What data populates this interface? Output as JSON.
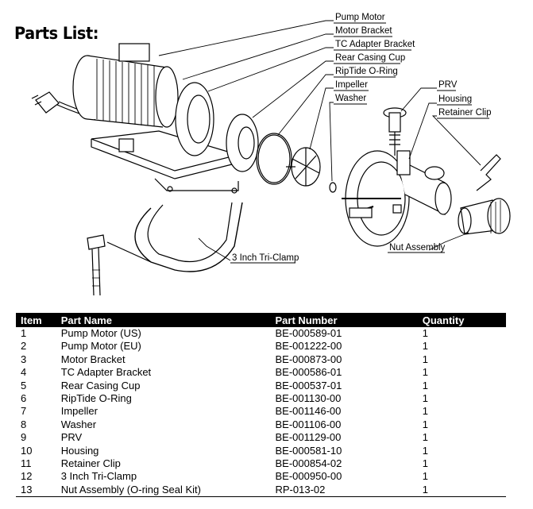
{
  "title": "Parts List:",
  "callouts": {
    "pump_motor": "Pump Motor",
    "motor_bracket": "Motor Bracket",
    "tc_adapter": "TC Adapter Bracket",
    "rear_casing": "Rear Casing Cup",
    "oring": "RipTide O-Ring",
    "impeller": "Impeller",
    "washer": "Washer",
    "prv": "PRV",
    "housing": "Housing",
    "retainer": "Retainer Clip",
    "nut": "Nut Assembly",
    "triclamp": "3 Inch Tri-Clamp"
  },
  "table": {
    "headers": [
      "Item",
      "Part Name",
      "Part Number",
      "Quantity"
    ],
    "rows": [
      [
        "1",
        "Pump Motor (US)",
        "BE-000589-01",
        "1"
      ],
      [
        "2",
        "Pump Motor (EU)",
        "BE-001222-00",
        "1"
      ],
      [
        "3",
        "Motor Bracket",
        "BE-000873-00",
        "1"
      ],
      [
        "4",
        "TC Adapter Bracket",
        "BE-000586-01",
        "1"
      ],
      [
        "5",
        "Rear Casing Cup",
        "BE-000537-01",
        "1"
      ],
      [
        "6",
        "RipTide O-Ring",
        "BE-001130-00",
        "1"
      ],
      [
        "7",
        "Impeller",
        "BE-001146-00",
        "1"
      ],
      [
        "8",
        "Washer",
        "BE-001106-00",
        "1"
      ],
      [
        "9",
        "PRV",
        "BE-001129-00",
        "1"
      ],
      [
        "10",
        "Housing",
        "BE-000581-10",
        "1"
      ],
      [
        "11",
        "Retainer Clip",
        "BE-000854-02",
        "1"
      ],
      [
        "12",
        "3 Inch Tri-Clamp",
        "BE-000950-00",
        "1"
      ],
      [
        "13",
        "Nut Assembly (O-ring Seal Kit)",
        "RP-013-02",
        "1"
      ]
    ]
  }
}
